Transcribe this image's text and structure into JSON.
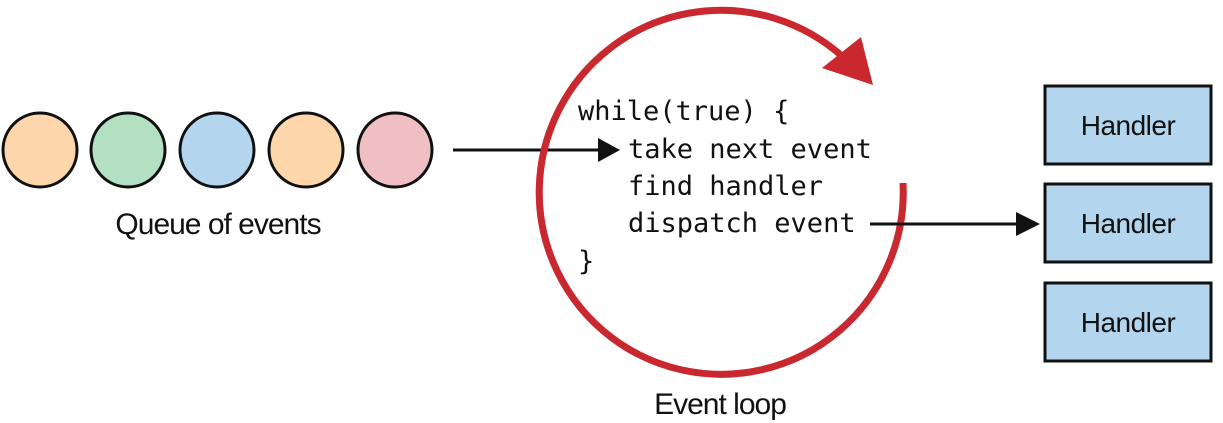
{
  "queue": {
    "label": "Queue of events",
    "events": [
      {
        "color": "#fdd6ac"
      },
      {
        "color": "#b3dfc3"
      },
      {
        "color": "#b3d6ee"
      },
      {
        "color": "#fdd6ac"
      },
      {
        "color": "#f0bfc4"
      }
    ]
  },
  "loop": {
    "label": "Event loop",
    "color": "#c8282e",
    "code": [
      "while(true) {",
      "take next event",
      "find handler",
      "dispatch event",
      "}"
    ]
  },
  "handlers": {
    "fill": "#b3d6ee",
    "items": [
      {
        "label": "Handler"
      },
      {
        "label": "Handler"
      },
      {
        "label": "Handler"
      }
    ]
  }
}
